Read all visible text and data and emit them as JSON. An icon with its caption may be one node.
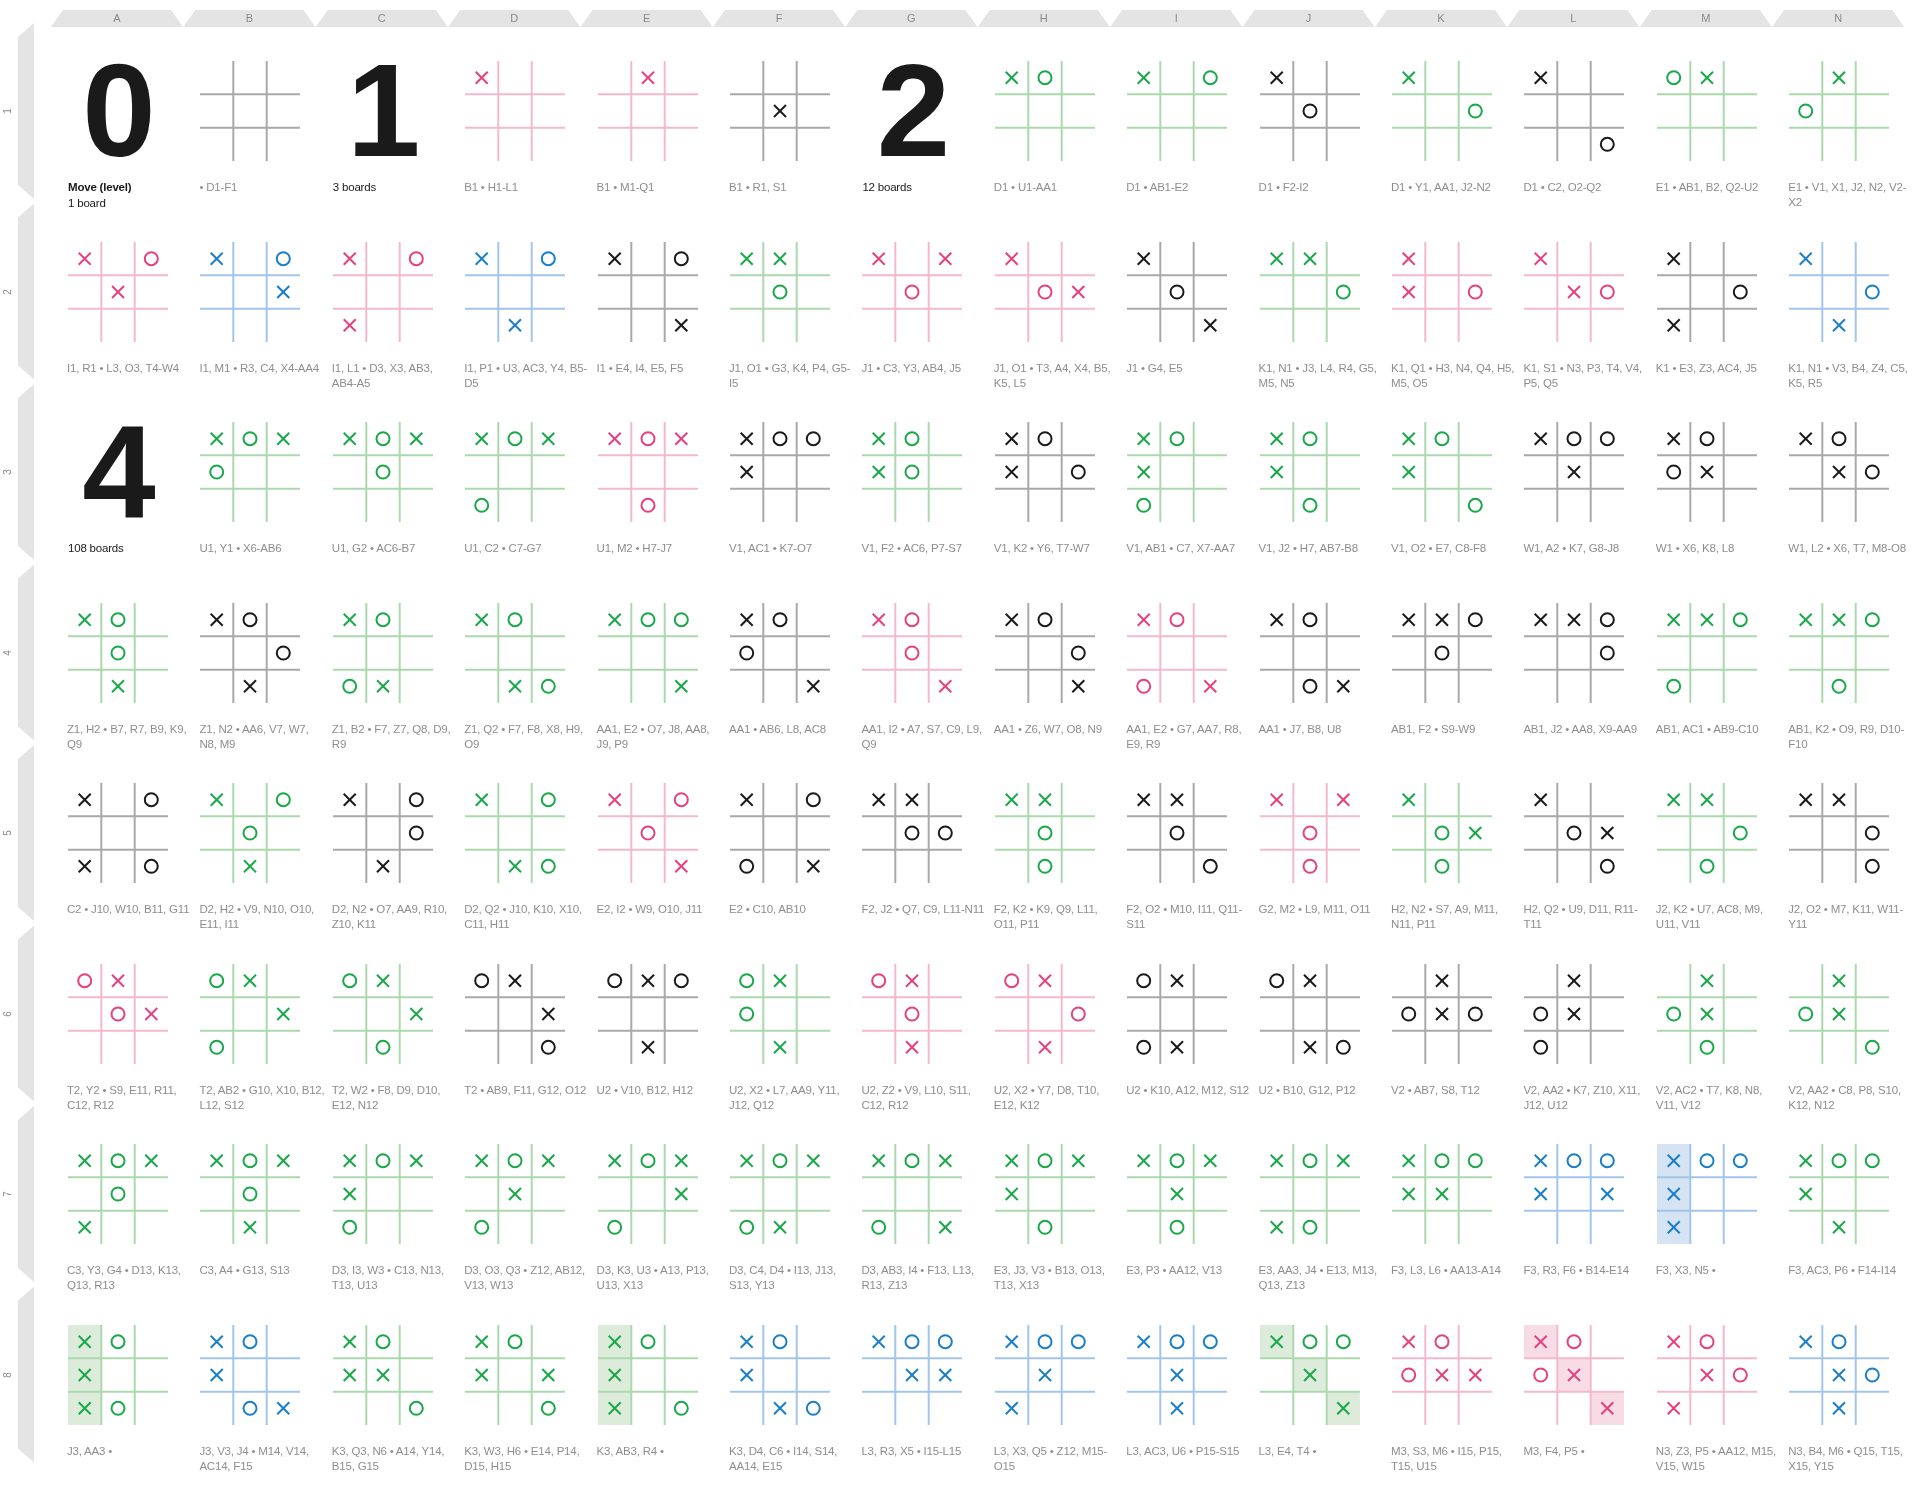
{
  "diagram": {
    "labels": [
      "A",
      "B",
      "C",
      "D",
      "E",
      "F",
      "G",
      "H",
      "I",
      "J",
      "K",
      "L",
      "M",
      "N",
      "1",
      "0",
      "Move (level)",
      "1 board",
      "• D1-F1",
      "1",
      "3 boards",
      "B1 • H1-L1",
      "B1 • M1-Q1",
      "B1 • R1, S1",
      "2",
      "12 boards",
      "D1 • U1-AA1",
      "D1 • AB1-E2",
      "D1 • F2-I2",
      "D1 • Y1, AA1, J2-N2",
      "D1 • C2, O2-Q2",
      "E1 • AB1, B2, Q2-U2",
      "E1 • V1, X1, J2, N2, V2-X2",
      "2",
      "I1, R1 • L3, O3, T4-W4",
      "I1, M1 • R3, C4, X4-AA4",
      "I1, L1 • D3, X3, AB3, AB4-A5",
      "I1, P1 • U3, AC3, Y4, B5-D5",
      "I1 • E4, I4, E5, F5",
      "J1, O1 • G3, K4, P4, G5-I5",
      "J1 • C3, Y3, AB4, J5",
      "J1, O1 • T3, A4, X4, B5, K5, L5",
      "J1 • G4, E5",
      "K1, N1 • J3, L4, R4, G5, M5, N5",
      "K1, Q1 • H3, N4, Q4, H5, M5, O5",
      "K1, S1 • N3, P3, T4, V4, P5, Q5",
      "K1 • E3, Z3, AC4, J5",
      "K1, N1 • V3, B4, Z4, C5, K5, R5",
      "3",
      "4",
      "108 boards",
      "U1, Y1 • X6-AB6",
      "U1, G2 • AC6-B7",
      "U1, C2 • C7-G7",
      "U1, M2 • H7-J7",
      "V1, AC1 • K7-O7",
      "V1, F2 • AC6, P7-S7",
      "V1, K2 • Y6, T7-W7",
      "V1, AB1 • C7, X7-AA7",
      "V1, J2 • H7, AB7-B8",
      "V1, O2 • E7, C8-F8",
      "W1, A2 • K7, G8-J8",
      "W1 • X6, K8, L8",
      "W1, L2 • X6, T7, M8-O8",
      "4",
      "Z1, H2 • B7, R7, B9, K9, Q9",
      "Z1, N2 • AA6, V7, W7, N8, M9",
      "Z1, B2 • F7, Z7, Q8, D9, R9",
      "Z1, Q2 • F7, F8, X8, H9, O9",
      "AA1, E2 • O7, J8, AA8, J9, P9",
      "AA1 • AB6, L8, AC8",
      "AA1, I2 • A7, S7, C9, L9, Q9",
      "AA1 • Z6, W7, O8, N9",
      "AA1, E2 • G7, AA7, R8, E9, R9",
      "AA1 • J7, B8, U8",
      "AB1, F2 • S9-W9",
      "AB1, J2 • AA8, X9-AA9",
      "AB1, AC1 • AB9-C10",
      "AB1, K2 • O9, R9, D10-F10",
      "5",
      "C2 • J10, W10, B11, G11",
      "D2, H2 • V9, N10, O10, E11, I11",
      "D2, N2 • O7, AA9, R10, Z10, K11",
      "D2, Q2 • J10, K10, X10, C11, H11",
      "E2, I2 • W9, O10, J11",
      "E2 • C10, AB10",
      "F2, J2 • Q7, C9, L11-N11",
      "F2, K2 • K9, Q9, L11, O11, P11",
      "F2, O2 • M10, I11, Q11-S11",
      "G2, M2 • L9, M11, O11",
      "H2, N2 • S7, A9, M11, N11, P11",
      "H2, Q2 • U9, D11, R11-T11",
      "J2, K2 • U7, AC8, M9, U11, V11",
      "J2, O2 • M7, K11, W11-Y11",
      "6",
      "T2, Y2 • S9, E11, R11, C12, R12",
      "T2, AB2 • G10, X10, B12, L12, S12",
      "T2, W2 • F8, D9, D10, E12, N12",
      "T2 • AB9, F11, G12, O12",
      "U2 • V10, B12, H12",
      "U2, X2 • L7, AA9, Y11, J12, Q12",
      "U2, Z2 • V9, L10, S11, C12, R12",
      "U2, X2 • Y7, D8, T10, E12, K12",
      "U2 • K10, A12, M12, S12",
      "U2 • B10, G12, P12",
      "V2 • AB7, S8, T12",
      "V2, AA2 • K7, Z10, X11, J12, U12",
      "V2, AC2 • T7, K8, N8, V11, V12",
      "V2, AA2 • C8, P8, S10, K12, N12",
      "7",
      "C3, Y3, G4 • D13, K13, Q13, R13",
      "C3, A4 • G13, S13",
      "D3, I3, W3 • C13, N13, T13, U13",
      "D3, O3, Q3 • Z12, AB12, V13, W13",
      "D3, K3, U3 • A13, P13, U13, X13",
      "D3, C4, D4 • I13, J13, S13, Y13",
      "D3, AB3, I4 • F13, L13, R13, Z13",
      "E3, J3, V3 • B13, O13, T13, X13",
      "E3, P3 • AA12, V13",
      "E3, AA3, J4 • E13, M13, Q13, Z13",
      "F3, L3, L6 • AA13-A14",
      "F3, R3, F6 • B14-E14",
      "F3, X3, N5 •",
      "F3, AC3, P6 • F14-I14",
      "8",
      "J3, AA3 •",
      "J3, V3, J4 • M14, V14, AC14, F15",
      "K3, Q3, N6 • A14, Y14, B15, G15",
      "K3, W3, H6 • E14, P14, D15, H15",
      "K3, AB3, R4 •",
      "K3, D4, C6 • I14, S14, AA14, E15",
      "L3, R3, X5 • I15-L15",
      "L3, X3, Q5 • Z12, M15-O15",
      "L3, AC3, U6 • P15-S15",
      "L3, E4, T4 •",
      "M3, S3, M6 • I15, P15, T15, U15",
      "M3, F4, P5 •",
      "N3, Z3, P5 • AA12, M15, V15, W15",
      "N3, B4, M6 • Q15, T15, X15, Y15"
    ]
  }
}
